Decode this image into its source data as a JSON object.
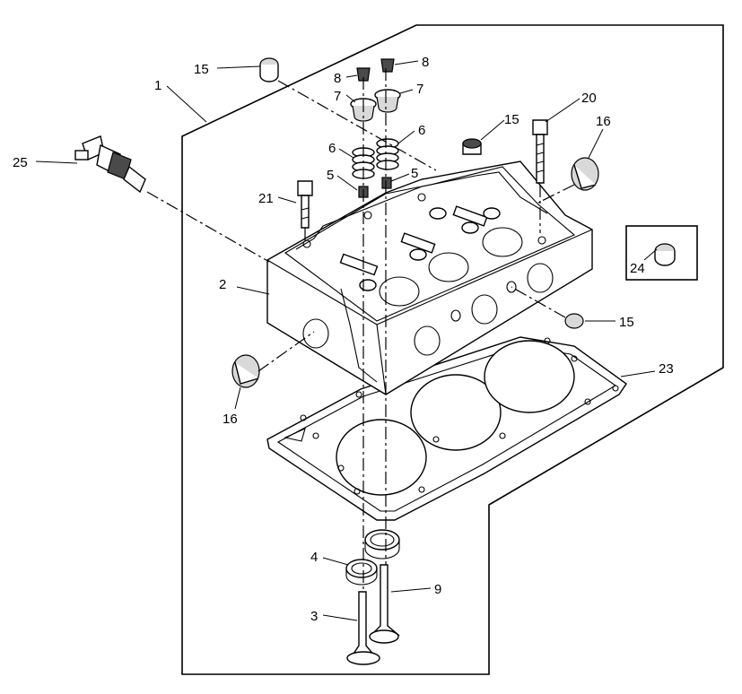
{
  "callouts": {
    "c1": "1",
    "c2": "2",
    "c3": "3",
    "c4": "4",
    "c5a": "5",
    "c5b": "5",
    "c6a": "6",
    "c6b": "6",
    "c7a": "7",
    "c7b": "7",
    "c8a": "8",
    "c8b": "8",
    "c9": "9",
    "c15a": "15",
    "c15b": "15",
    "c15c": "15",
    "c16a": "16",
    "c16b": "16",
    "c20": "20",
    "c21": "21",
    "c23": "23",
    "c24": "24",
    "c25": "25"
  }
}
